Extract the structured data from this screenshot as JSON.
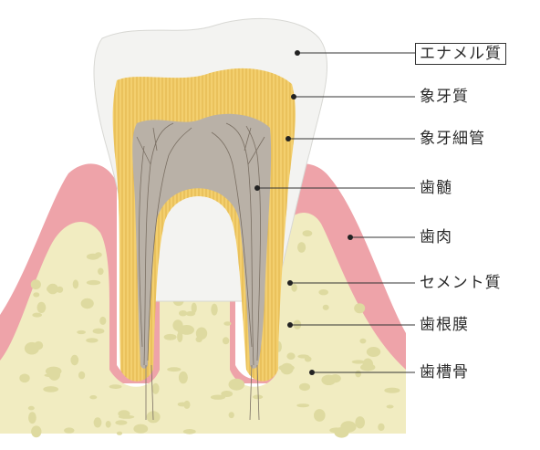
{
  "labels": [
    {
      "id": "enamel",
      "text": "エナメル質",
      "boxed": true
    },
    {
      "id": "dentin",
      "text": "象牙質"
    },
    {
      "id": "dentinal-tubules",
      "text": "象牙細管"
    },
    {
      "id": "pulp",
      "text": "歯髄"
    },
    {
      "id": "gingiva",
      "text": "歯肉"
    },
    {
      "id": "cementum",
      "text": "セメント質"
    },
    {
      "id": "periodontal-ligament",
      "text": "歯根膜"
    },
    {
      "id": "alveolar-bone",
      "text": "歯槽骨"
    }
  ],
  "colors": {
    "enamel": "#f3f3f1",
    "dentin": "#f3cf6e",
    "pulp": "#b9b1a7",
    "gingiva": "#eea3a9",
    "bone": "#f1ecc1",
    "trabecula": "#dedaa0"
  }
}
